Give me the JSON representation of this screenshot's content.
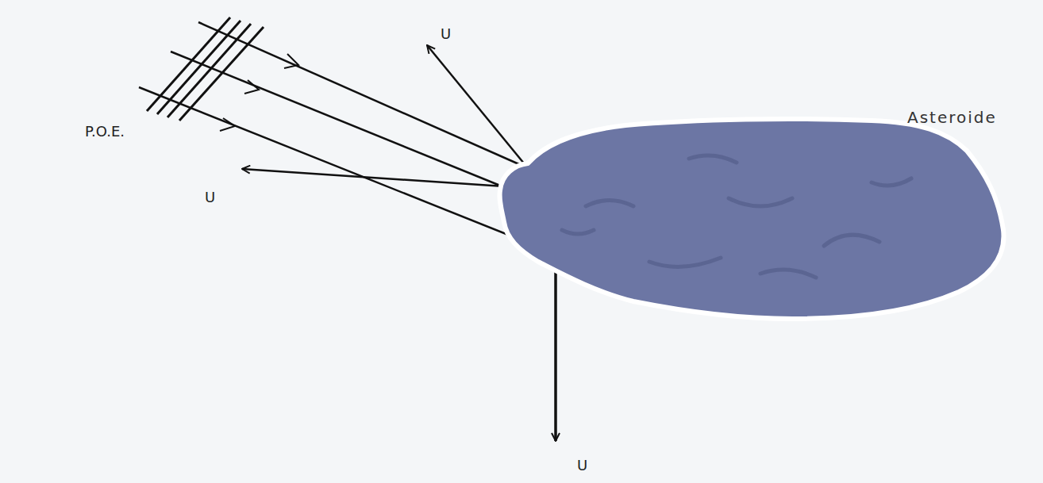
{
  "diagram": {
    "nodes": [
      {
        "text": [
          "Asteroide"
        ]
      }
    ],
    "labels": [
      "P.O.E.",
      "U",
      "U",
      "U"
    ]
  }
}
